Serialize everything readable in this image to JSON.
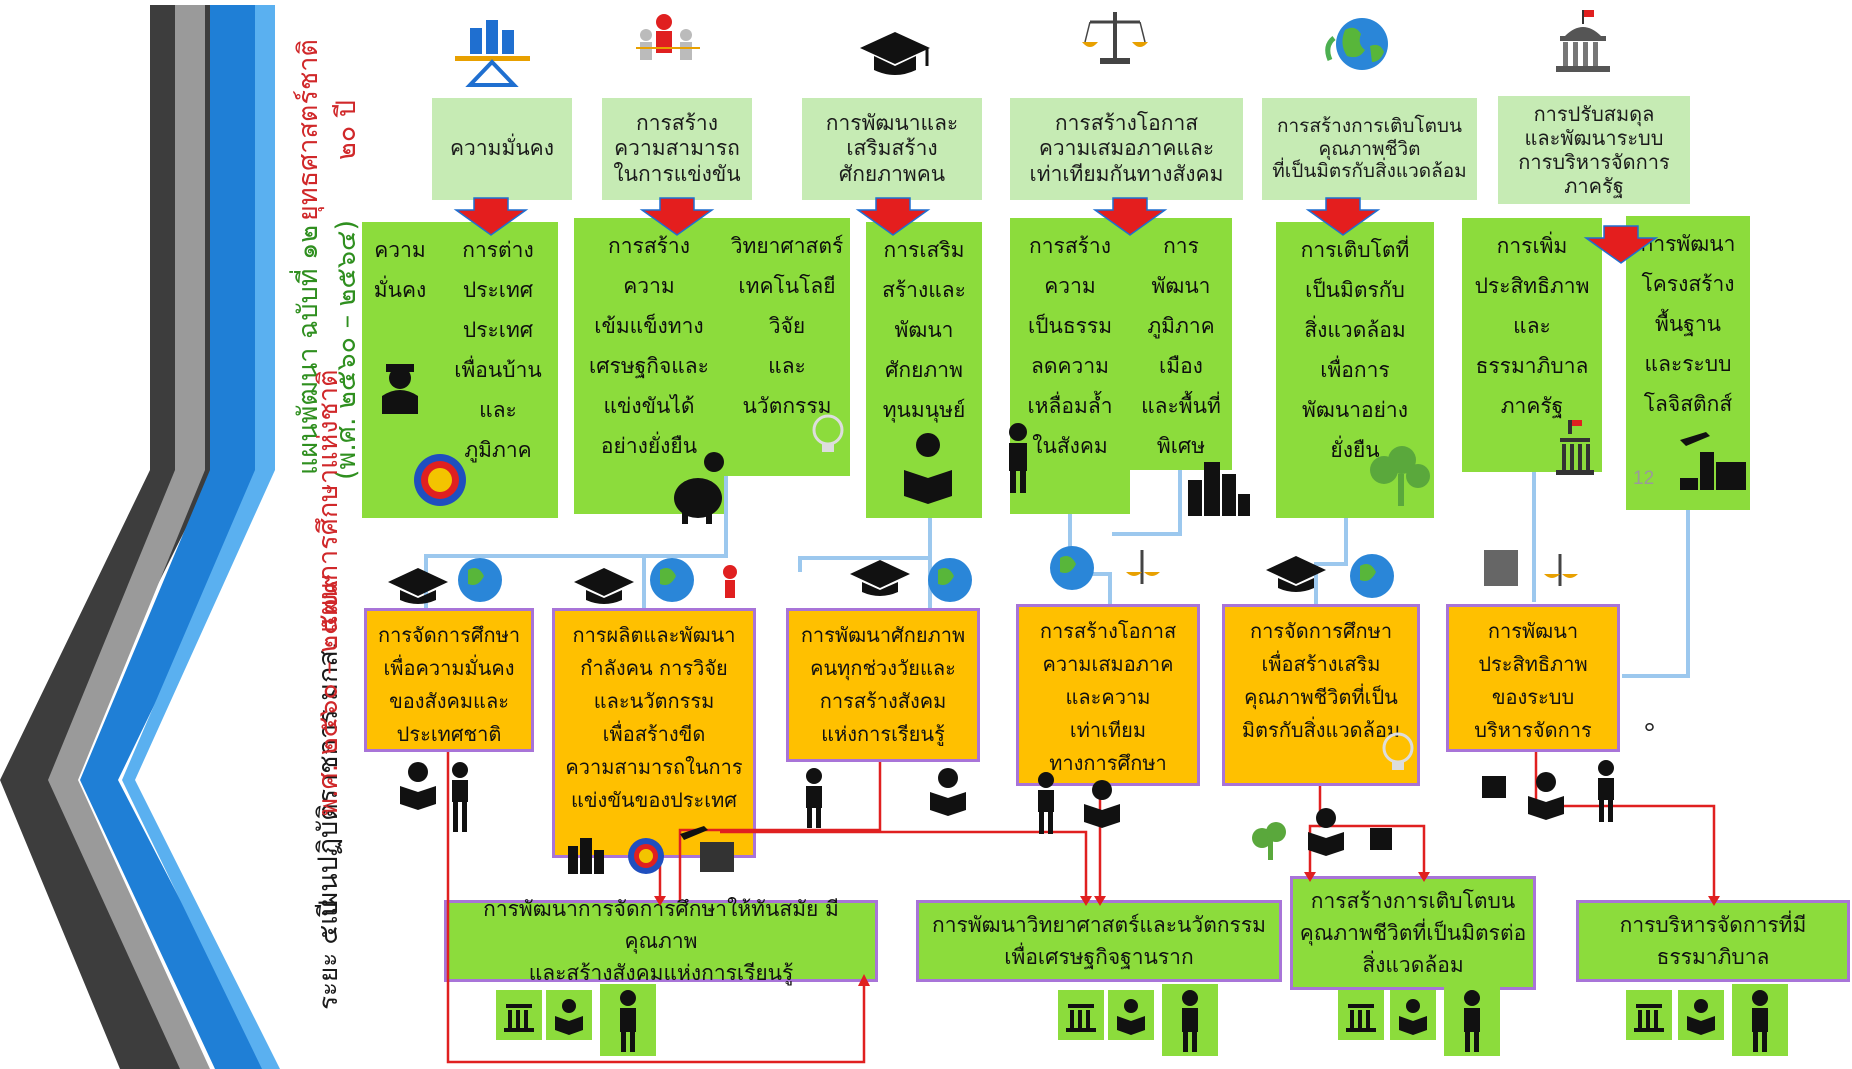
{
  "row_titles": {
    "strategy": "ยุทธศาสตร์ชาติ\n๒๐ ปี",
    "plan12": "แผนพัฒนา ฉบับที่ ๑๒\n(พ.ศ. ๒๕๖๐ – ๒๕๖๔)",
    "edu_plan_prefix": "แผนการศึกษาแห่งชาติ",
    "edu_plan_prefix2": "แผนปฏิบัติราชการ มกส.",
    "edu_plan_years": "พ.ศ. ๒๕๖๐ – ๒๕๗๙",
    "reform_period": "ระยะ ๕ ปี"
  },
  "strategies": [
    {
      "label": "ความมั่นคง",
      "icon": "balance-icon"
    },
    {
      "label": "การสร้าง\nความสามารถ\nในการแข่งขัน",
      "icon": "competition-icon"
    },
    {
      "label": "การพัฒนาและ\nเสริมสร้าง\nศักยภาพคน",
      "icon": "graduation-cap-icon"
    },
    {
      "label": "การสร้างโอกาส\nความเสมอภาคและ\nเท่าเทียมกันทางสังคม",
      "icon": "scales-icon"
    },
    {
      "label": "การสร้างการเติบโตบน\nคุณภาพชีวิต\nที่เป็นมิตรกับสิ่งแวดล้อม",
      "icon": "globe-icon"
    },
    {
      "label": "การปรับสมดุล\nและพัฒนาระบบ\nการบริหารจัดการ\nภาครัฐ",
      "icon": "government-building-icon"
    }
  ],
  "plan12": [
    {
      "label": "ความ\nมั่นคง"
    },
    {
      "label": "การต่าง\nประเทศ\nประเทศ\nเพื่อนบ้าน\nและ\nภูมิภาค"
    },
    {
      "label": "การสร้าง\nความ\nเข้มแข็งทาง\nเศรษฐกิจและ\nแข่งขันได้\nอย่างยั่งยืน"
    },
    {
      "label": "วิทยาศาสตร์\nเทคโนโลยี\nวิจัย\nและ\nนวัตกรรม"
    },
    {
      "label": "การเสริม\nสร้างและ\nพัฒนา\nศักยภาพ\nทุนมนุษย์"
    },
    {
      "label": "การสร้าง\nความ\nเป็นธรรม\nลดความ\nเหลื่อมล้ำ\nในสังคม"
    },
    {
      "label": "การ\nพัฒนา\nภูมิภาค\nเมือง\nและพื้นที่\nพิเศษ"
    },
    {
      "label": "การเติบโตที่\nเป็นมิตรกับ\nสิ่งแวดล้อม\nเพื่อการ\nพัฒนาอย่าง\nยั่งยืน"
    },
    {
      "label": "การเพิ่ม\nประสิทธิภาพ\nและ\nธรรมาภิบาล\nภาครัฐ"
    },
    {
      "label": "การพัฒนา\nโครงสร้าง\nพื้นฐาน\nและระบบ\nโลจิสติกส์"
    }
  ],
  "page_number": "12",
  "edu_plan": [
    {
      "label": "การจัดการศึกษา\nเพื่อความมั่นคง\nของสังคมและ\nประเทศชาติ"
    },
    {
      "label": "การผลิตและพัฒนา\nกำลังคน การวิจัย\nและนวัตกรรม\nเพื่อสร้างขีด\nความสามารถในการ\nแข่งขันของประเทศ"
    },
    {
      "label": "การพัฒนาศักยภาพ\nคนทุกช่วงวัยและ\nการสร้างสังคม\nแห่งการเรียนรู้"
    },
    {
      "label": "การสร้างโอกาส\nความเสมอภาค\nและความ\nเท่าเทียม\nทางการศึกษา"
    },
    {
      "label": "การจัดการศึกษา\nเพื่อสร้างเสริม\nคุณภาพชีวิตที่เป็น\nมิตรกับสิ่งแวดล้อม"
    },
    {
      "label": "การพัฒนา\nประสิทธิภาพ\nของระบบ\nบริหารจัดการ"
    }
  ],
  "stray_mark": "๐",
  "reform": [
    {
      "label": "การพัฒนาการจัดการศึกษาให้ทันสมัย มีคุณภาพ\nและสร้างสังคมแห่งการเรียนรู้"
    },
    {
      "label": "การพัฒนาวิทยาศาสตร์และนวัตกรรม\nเพื่อเศรษฐกิจฐานราก"
    },
    {
      "label": "การสร้างการเติบโตบน\nคุณภาพชีวิตที่เป็นมิตรต่อ\nสิ่งแวดล้อม"
    },
    {
      "label": "การบริหารจัดการที่มี\nธรรมาภิบาล"
    }
  ],
  "colors": {
    "strategy_box": "#c6ebb4",
    "plan_box": "#8cdc3c",
    "edu_box": "#ffc000",
    "edu_border": "#a874d8",
    "arrow_red": "#e41e1e",
    "connector_blue": "#9cc8ee",
    "connector_red": "#e02020",
    "title_red": "#d0282a",
    "title_green": "#2f8f1f"
  }
}
